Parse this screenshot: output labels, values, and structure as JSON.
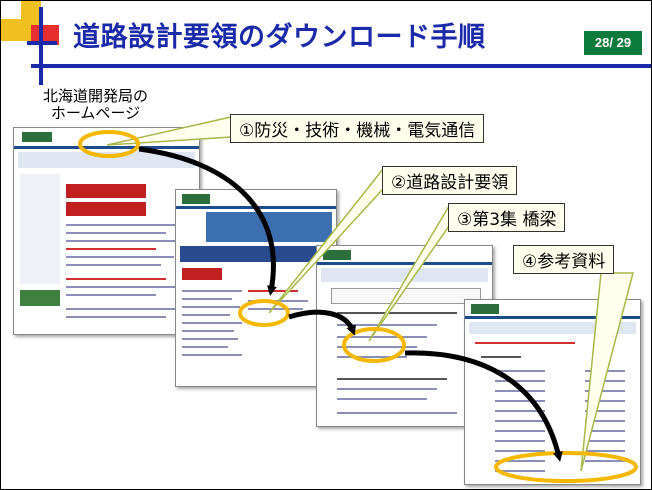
{
  "slide": {
    "title": "道路設計要領のダウンロード手順",
    "page_number": "28",
    "page_total": "29"
  },
  "caption": {
    "line1": "北海道開発局の",
    "line2": "ホームページ"
  },
  "steps": [
    {
      "label": "①防災・技術・機械・電気通信"
    },
    {
      "label": "②道路設計要領"
    },
    {
      "label": "③第3集 橋梁"
    },
    {
      "label": "④参考資料"
    }
  ],
  "colors": {
    "title": "#1b2aa8",
    "badge": "#0b7a3a",
    "callout_fill": "#ffffee",
    "callout_pointer": "#a8b84a",
    "highlight_ellipse": "#f5b800",
    "arrow": "#000000"
  }
}
